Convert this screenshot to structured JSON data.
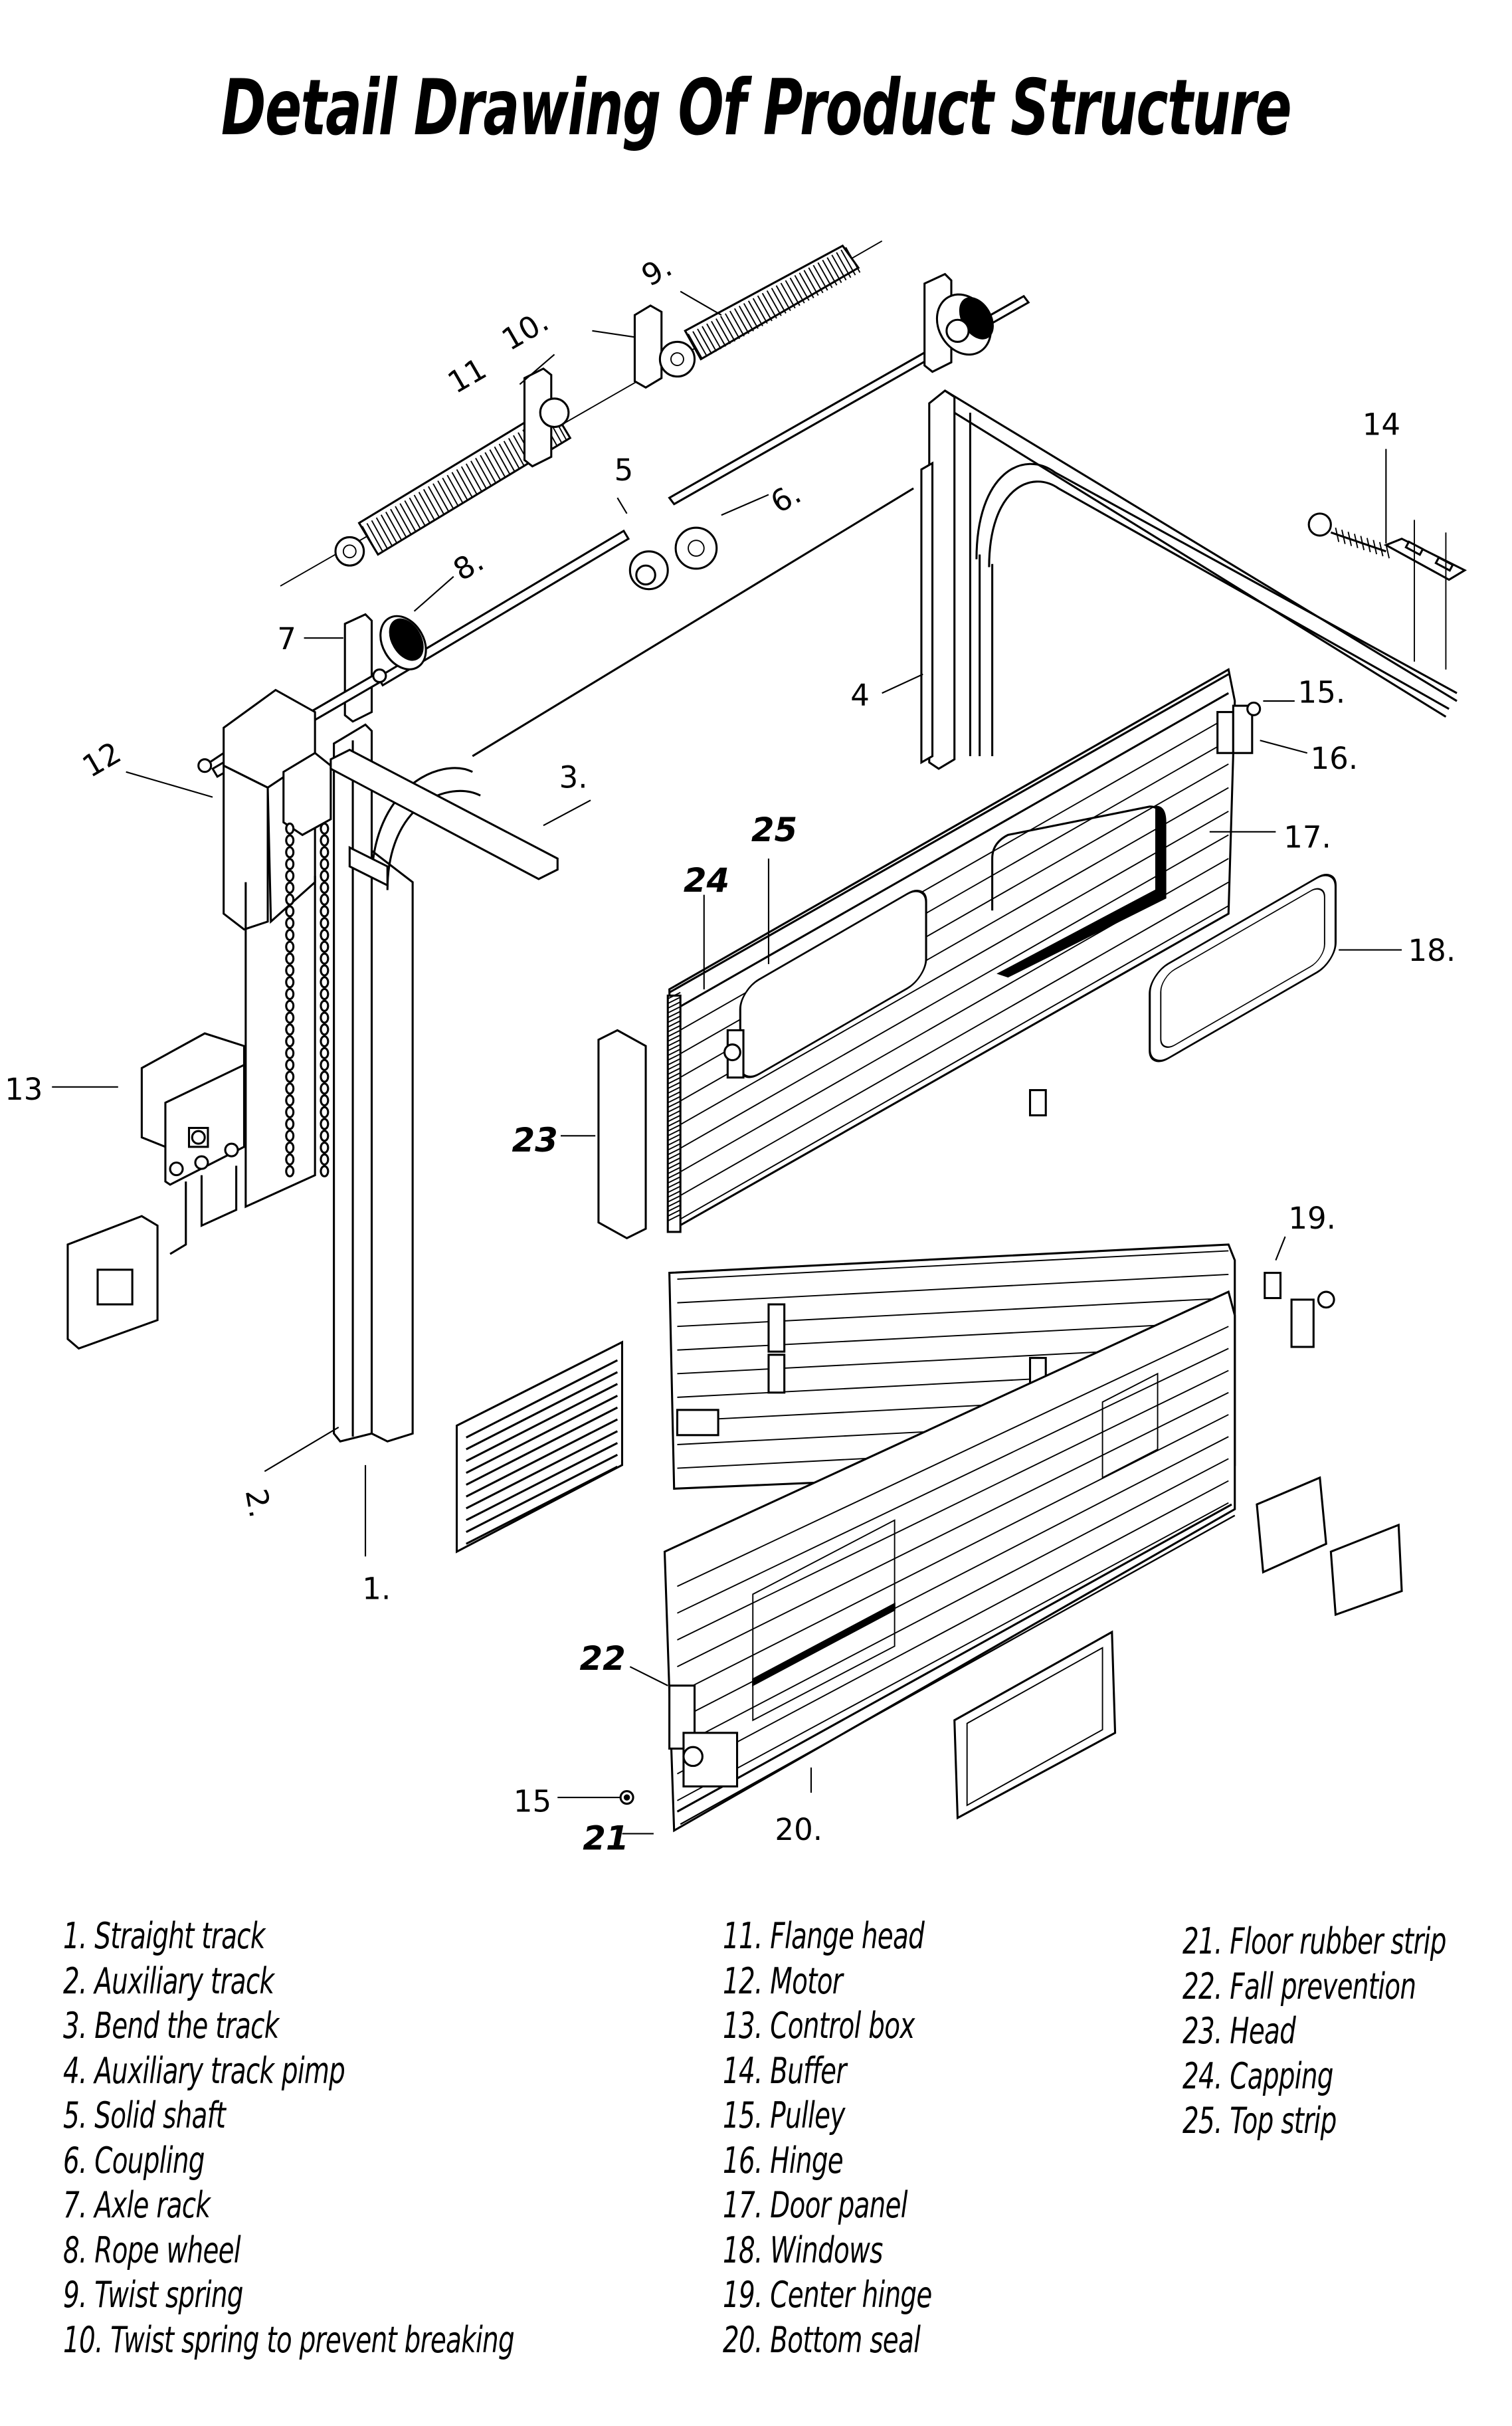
{
  "title": "Detail Drawing Of Product Structure",
  "diagram": {
    "subject": "sectional garage door exploded assembly",
    "callouts": {
      "c1": "1.",
      "c2": "2.",
      "c3": "3.",
      "c4": "4",
      "c5": "5",
      "c6": "6.",
      "c7": "7",
      "c8": "8.",
      "c9": "9.",
      "c10": "10.",
      "c11": "11",
      "c12": "12",
      "c13": "13",
      "c14": "14",
      "c15a": "15.",
      "c15b": "15",
      "c16": "16.",
      "c17": "17.",
      "c18": "18.",
      "c19": "19.",
      "c20": "20.",
      "c21": "21",
      "c22": "22",
      "c23": "23",
      "c24": "24",
      "c25": "25"
    }
  },
  "legend": {
    "columns": [
      [
        "1. Straight track",
        "2. Auxiliary track",
        "3. Bend the track",
        "4. Auxiliary track pimp",
        "5. Solid shaft",
        "6. Coupling",
        "7. Axle rack",
        "8. Rope wheel",
        "9. Twist spring",
        "10. Twist spring to prevent breaking"
      ],
      [
        "11. Flange head",
        "12. Motor",
        "13. Control box",
        "14. Buffer",
        "15. Pulley",
        "16. Hinge",
        "17. Door panel",
        "18. Windows",
        "19. Center hinge",
        "20. Bottom seal"
      ],
      [
        "21. Floor rubber strip",
        "22. Fall prevention",
        "23. Head",
        "24. Capping",
        "25. Top strip"
      ]
    ]
  }
}
